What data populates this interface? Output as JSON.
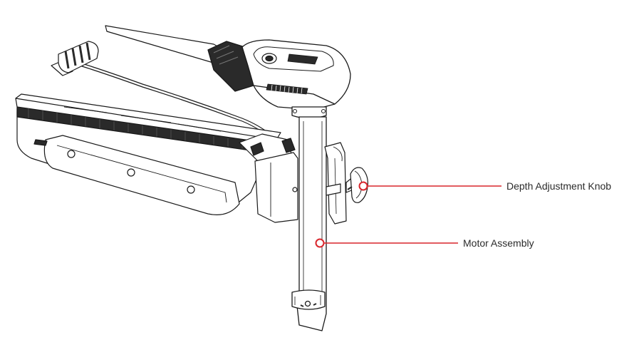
{
  "callouts": [
    {
      "id": "depth-adjustment-knob",
      "label": "Depth Adjustment Knob"
    },
    {
      "id": "motor-assembly",
      "label": "Motor Assembly"
    }
  ],
  "colors": {
    "leader_line": "#d9262c",
    "outline": "#1a1a1a",
    "dark_fill": "#2a2a2a",
    "light_fill": "#ffffff",
    "label_text": "#2b2b2b"
  }
}
